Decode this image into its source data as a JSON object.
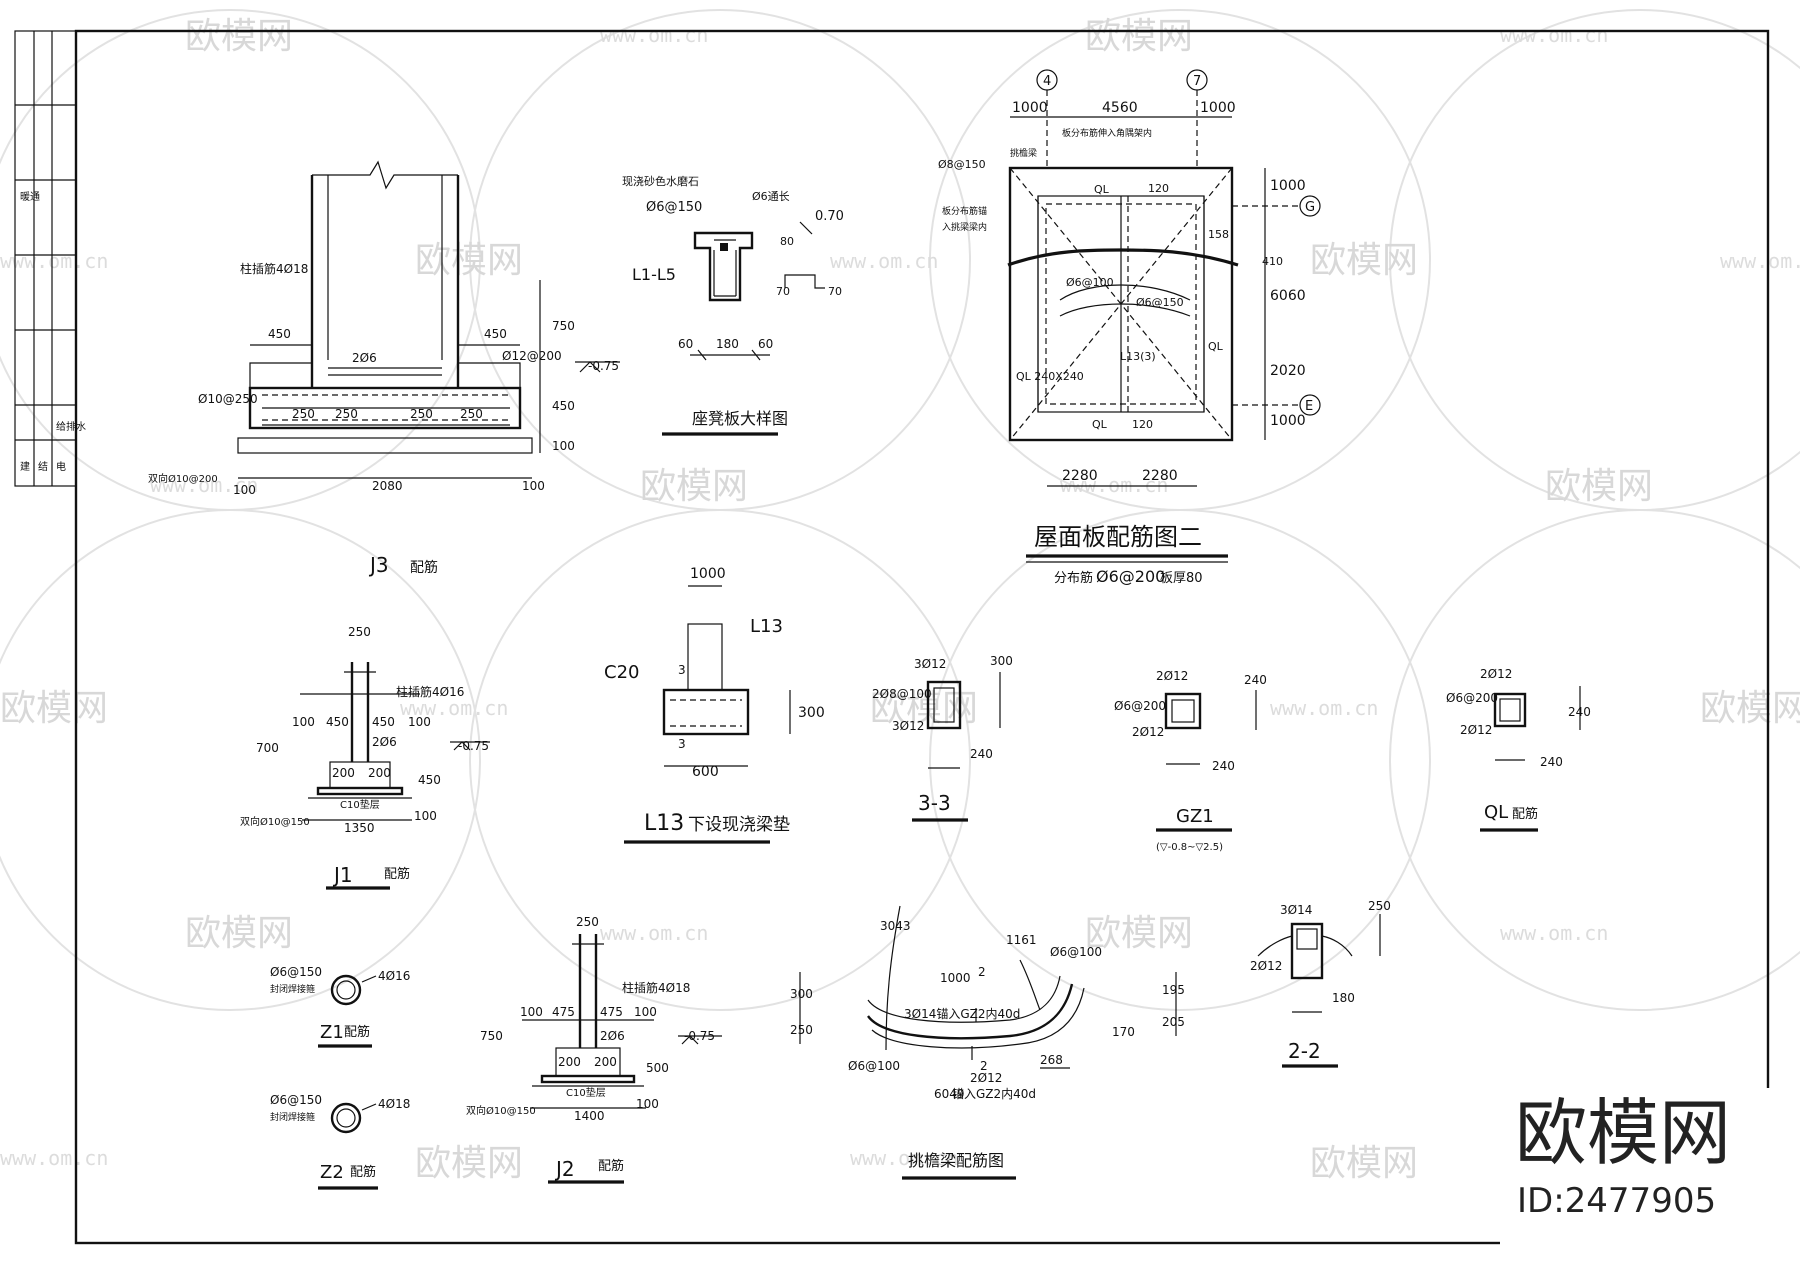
{
  "watermark": {
    "brand": "欧模网",
    "url": "www.om.cn"
  },
  "brand_box": {
    "logo_text": "欧模网",
    "id_text": "ID:2477905"
  },
  "title_block": {
    "labels": [
      "建",
      "结",
      "电",
      "给排水",
      "暖通"
    ]
  },
  "roof_plan": {
    "title": "屋面板配筋图二",
    "subtitle_prefix": "分布筋",
    "subtitle_value": "Ø6@200",
    "subtitle_suffix": "板厚80",
    "axis_labels": [
      "4",
      "7",
      "G",
      "E"
    ],
    "top_dims": [
      "1000",
      "4560",
      "1000"
    ],
    "right_dims": [
      "1000",
      "6060",
      "2020",
      "1000"
    ],
    "bottom_dims": [
      "2280",
      "2280"
    ],
    "notes": [
      "挑檐梁",
      "板分布筋伸入角隅架内",
      "板分布筋锚",
      "入挑梁梁内"
    ],
    "rebar": [
      "Ø8@150",
      "Ø6@100",
      "Ø6@150",
      "QL",
      "QL",
      "QL 240X240",
      "QL",
      "L13(3)",
      "120",
      "120",
      "158",
      "410"
    ]
  },
  "j3": {
    "title": "J3",
    "subtitle": "配筋",
    "labels": [
      "柱插筋4Ø18",
      "2Ø6",
      "Ø12@200",
      "Ø10@250",
      "双向Ø10@200",
      "-0.75"
    ],
    "dims": [
      "450",
      "450",
      "250",
      "250",
      "250",
      "250",
      "750",
      "450",
      "100",
      "100",
      "2080",
      "100"
    ]
  },
  "bench": {
    "title": "座凳板大样图",
    "labels": [
      "现浇砂色水磨石",
      "Ø6@150",
      "Ø6通长",
      "L1-L5",
      "0.70"
    ],
    "dims": [
      "80",
      "70",
      "70",
      "60",
      "180",
      "60"
    ]
  },
  "l13": {
    "title_code": "L13",
    "title_text": "下设现浇梁垫",
    "labels": [
      "L13",
      "C20",
      "3",
      "3"
    ],
    "dims": [
      "1000",
      "600",
      "300"
    ]
  },
  "sec33": {
    "title": "3-3",
    "labels": [
      "3Ø12",
      "2Ø8@100",
      "3Ø12"
    ],
    "dims": [
      "300",
      "240"
    ]
  },
  "gz1": {
    "title": "GZ1",
    "note": "(▽-0.8~▽2.5)",
    "labels": [
      "2Ø12",
      "Ø6@200",
      "2Ø12"
    ],
    "dims": [
      "240",
      "240"
    ]
  },
  "ql": {
    "title": "QL",
    "subtitle": "配筋",
    "labels": [
      "2Ø12",
      "Ø6@200",
      "2Ø12"
    ],
    "dims": [
      "240",
      "240"
    ]
  },
  "j1": {
    "title": "J1",
    "subtitle": "配筋",
    "labels": [
      "柱插筋4Ø16",
      "2Ø6",
      "C10垫层",
      "双向Ø10@150",
      "-0.75"
    ],
    "dims": [
      "250",
      "100",
      "450",
      "450",
      "100",
      "700",
      "200",
      "200",
      "450",
      "100",
      "1350"
    ]
  },
  "z1": {
    "title": "Z1",
    "subtitle": "配筋",
    "labels": [
      "Ø6@150",
      "封闭焊接箍",
      "4Ø16"
    ]
  },
  "z2": {
    "title": "Z2",
    "subtitle": "配筋",
    "labels": [
      "Ø6@150",
      "封闭焊接箍",
      "4Ø18"
    ]
  },
  "j2": {
    "title": "J2",
    "subtitle": "配筋",
    "labels": [
      "柱插筋4Ø18",
      "2Ø6",
      "C10垫层",
      "双向Ø10@150",
      "-0.75"
    ],
    "dims": [
      "250",
      "100",
      "475",
      "475",
      "100",
      "750",
      "200",
      "200",
      "500",
      "100",
      "1400"
    ]
  },
  "cant": {
    "title": "挑檐梁配筋图",
    "labels": [
      "3Ø14锚入GZ2内40d",
      "Ø6@100",
      "Ø6@100",
      "2Ø12",
      "锚入GZ2内40d",
      "1000",
      "2",
      "2"
    ],
    "dims": [
      "3043",
      "1161",
      "250",
      "300",
      "195",
      "205",
      "170",
      "268",
      "6049"
    ]
  },
  "sec22": {
    "title": "2-2",
    "labels": [
      "3Ø14",
      "2Ø12"
    ],
    "dims": [
      "250",
      "180"
    ]
  }
}
